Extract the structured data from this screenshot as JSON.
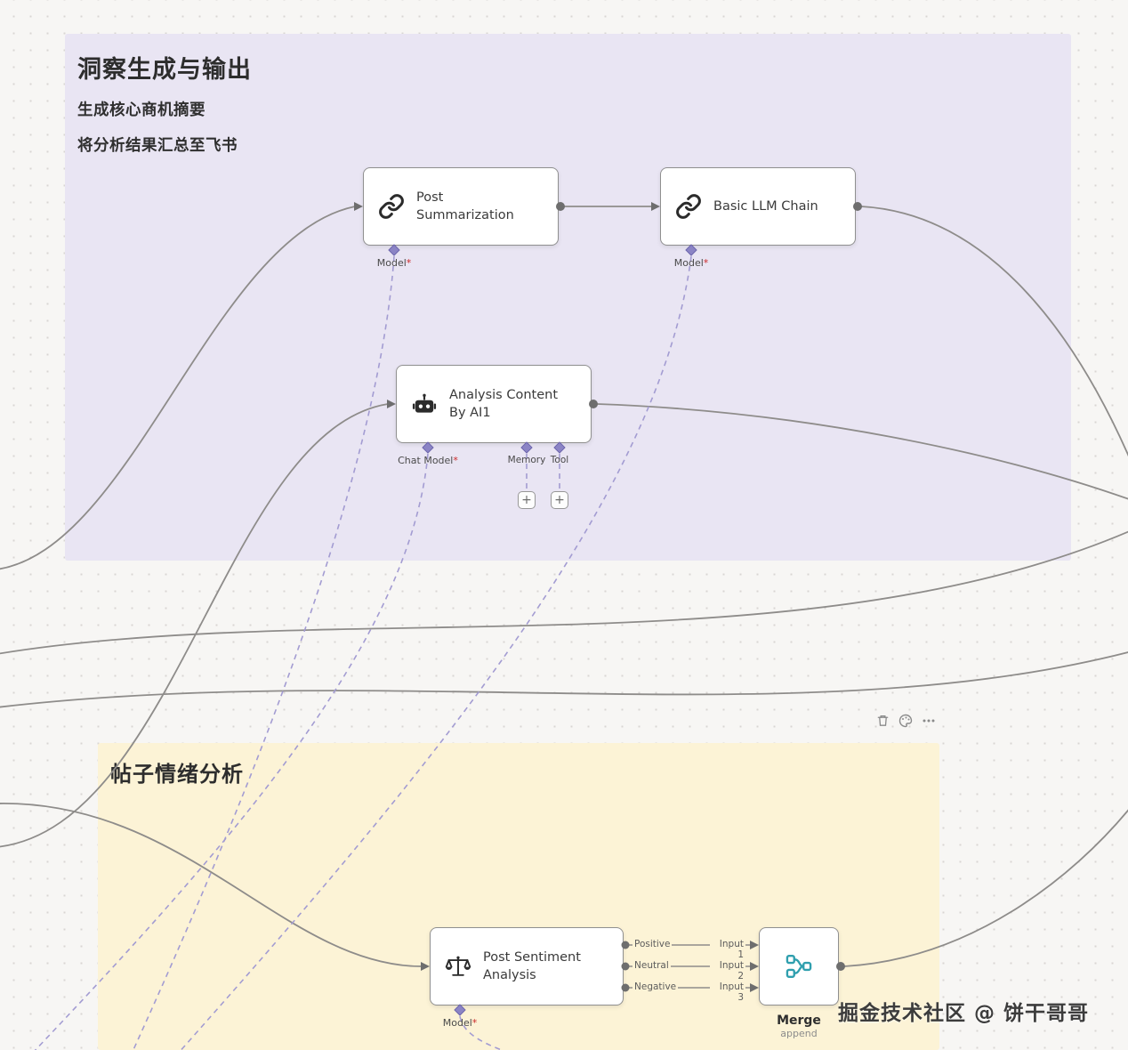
{
  "watermark": "掘金技术社区 @ 饼干哥哥",
  "groups": {
    "insight": {
      "title": "洞察生成与输出",
      "line1": "生成核心商机摘要",
      "line2": "将分析结果汇总至飞书"
    },
    "sentiment": {
      "title": "帖子情绪分析"
    }
  },
  "nodes": {
    "postSummarization": {
      "label": "Post Summarization"
    },
    "basicLlmChain": {
      "label": "Basic LLM Chain"
    },
    "analysisContent": {
      "label": "Analysis Content By AI1"
    },
    "postSentiment": {
      "label": "Post Sentiment Analysis"
    },
    "merge": {
      "label": "Merge",
      "mode": "append"
    }
  },
  "ports": {
    "model": "Model",
    "chatModel": "Chat Model",
    "memory": "Memory",
    "tool": "Tool",
    "requiredMark": "*",
    "positive": "Positive",
    "neutral": "Neutral",
    "negative": "Negative",
    "input1": "Input 1",
    "input2": "Input 2",
    "input3": "Input 3"
  },
  "controls": {
    "plus": "+"
  },
  "colors": {
    "groupInsight": "#e9e5f3",
    "groupSentiment": "#fcf3d6",
    "edge": "#8e8c8a",
    "dashedEdge": "#a39cd2",
    "diamond": "#8b84c5",
    "mergeIcon": "#2f9fae",
    "nodeBorder": "#8f8f8f"
  }
}
